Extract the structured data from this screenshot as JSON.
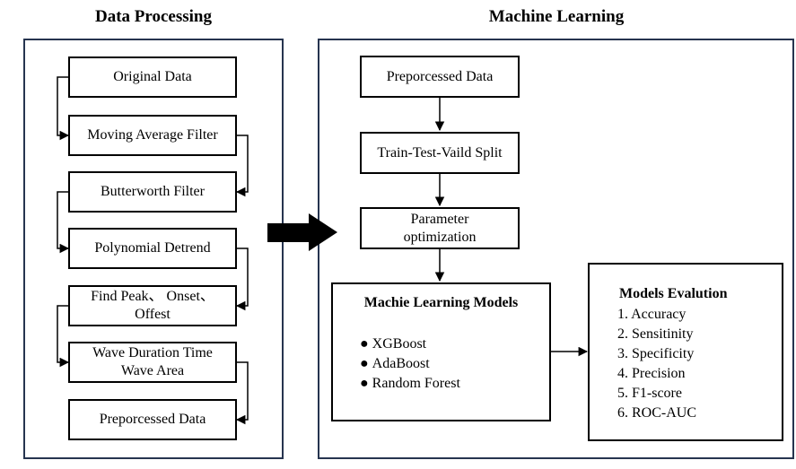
{
  "data_processing": {
    "title": "Data Processing",
    "steps": [
      "Original Data",
      "Moving Average Filter",
      "Butterworth Filter",
      "Polynomial Detrend",
      [
        "Find Peak、 Onset、",
        "Offest"
      ],
      [
        "Wave Duration Time",
        "Wave Area"
      ],
      "Preporcessed Data"
    ]
  },
  "machine_learning": {
    "title": "Machine Learning",
    "steps": [
      "Preporcessed Data",
      "Train-Test-Vaild Split",
      [
        "Parameter",
        "optimization"
      ]
    ],
    "models": {
      "title": "Machie Learning Models",
      "items": [
        "XGBoost",
        "AdaBoost",
        "Random Forest"
      ]
    },
    "evaluation": {
      "title": "Models Evalution",
      "items": [
        "1. Accuracy",
        "2. Sensitinity",
        "3. Specificity",
        "4. Precision",
        "5. F1-score",
        "6. ROC-AUC"
      ]
    }
  }
}
